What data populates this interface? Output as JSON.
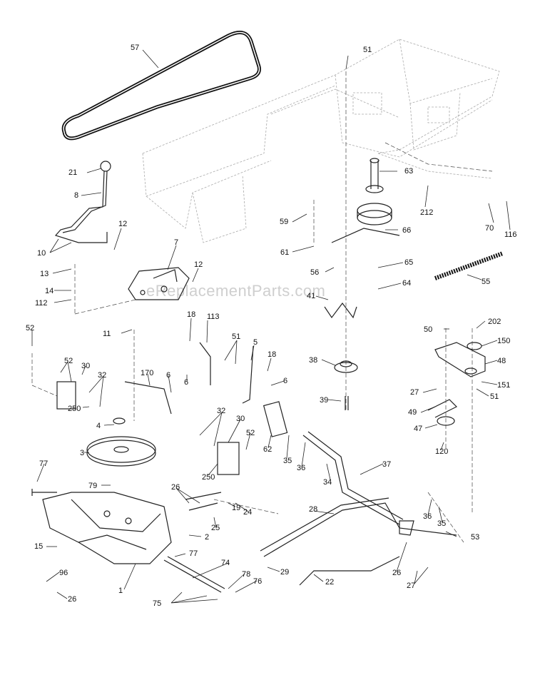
{
  "watermark": "eReplacementParts.com",
  "callouts": [
    {
      "id": "c57",
      "text": "57"
    },
    {
      "id": "c51a",
      "text": "51"
    },
    {
      "id": "c21",
      "text": "21"
    },
    {
      "id": "c8",
      "text": "8"
    },
    {
      "id": "c63",
      "text": "63"
    },
    {
      "id": "c212",
      "text": "212"
    },
    {
      "id": "c70",
      "text": "70"
    },
    {
      "id": "c116",
      "text": "116"
    },
    {
      "id": "c59",
      "text": "59"
    },
    {
      "id": "c66",
      "text": "66"
    },
    {
      "id": "c12a",
      "text": "12"
    },
    {
      "id": "c10",
      "text": "10"
    },
    {
      "id": "c7",
      "text": "7"
    },
    {
      "id": "c61",
      "text": "61"
    },
    {
      "id": "c12b",
      "text": "12"
    },
    {
      "id": "c13",
      "text": "13"
    },
    {
      "id": "c56",
      "text": "56"
    },
    {
      "id": "c65",
      "text": "65"
    },
    {
      "id": "c55",
      "text": "55"
    },
    {
      "id": "c14",
      "text": "14"
    },
    {
      "id": "c112",
      "text": "112"
    },
    {
      "id": "c64",
      "text": "64"
    },
    {
      "id": "c41",
      "text": "41"
    },
    {
      "id": "c18a",
      "text": "18"
    },
    {
      "id": "c113",
      "text": "113"
    },
    {
      "id": "c52a",
      "text": "52"
    },
    {
      "id": "c11",
      "text": "11"
    },
    {
      "id": "c51b",
      "text": "51"
    },
    {
      "id": "c5",
      "text": "5"
    },
    {
      "id": "c50",
      "text": "50"
    },
    {
      "id": "c202",
      "text": "202"
    },
    {
      "id": "c150",
      "text": "150"
    },
    {
      "id": "c38",
      "text": "38"
    },
    {
      "id": "c18b",
      "text": "18"
    },
    {
      "id": "c48",
      "text": "48"
    },
    {
      "id": "c52b",
      "text": "52"
    },
    {
      "id": "c30a",
      "text": "30"
    },
    {
      "id": "c170",
      "text": "170"
    },
    {
      "id": "c6a",
      "text": "6"
    },
    {
      "id": "c6b",
      "text": "6"
    },
    {
      "id": "c6c",
      "text": "6"
    },
    {
      "id": "c151",
      "text": "151"
    },
    {
      "id": "c32a",
      "text": "32"
    },
    {
      "id": "c27a",
      "text": "27"
    },
    {
      "id": "c51c",
      "text": "51"
    },
    {
      "id": "c39",
      "text": "39"
    },
    {
      "id": "c49",
      "text": "49"
    },
    {
      "id": "c250a",
      "text": "250"
    },
    {
      "id": "c32b",
      "text": "32"
    },
    {
      "id": "c30b",
      "text": "30"
    },
    {
      "id": "c4",
      "text": "4"
    },
    {
      "id": "c47",
      "text": "47"
    },
    {
      "id": "c52c",
      "text": "52"
    },
    {
      "id": "c62",
      "text": "62"
    },
    {
      "id": "c120",
      "text": "120"
    },
    {
      "id": "c3",
      "text": "3"
    },
    {
      "id": "c35a",
      "text": "35"
    },
    {
      "id": "c36a",
      "text": "36"
    },
    {
      "id": "c37",
      "text": "37"
    },
    {
      "id": "c77a",
      "text": "77"
    },
    {
      "id": "c250b",
      "text": "250"
    },
    {
      "id": "c34",
      "text": "34"
    },
    {
      "id": "c79",
      "text": "79"
    },
    {
      "id": "c26a",
      "text": "26"
    },
    {
      "id": "c19",
      "text": "19"
    },
    {
      "id": "c24",
      "text": "24"
    },
    {
      "id": "c28",
      "text": "28"
    },
    {
      "id": "c36b",
      "text": "36"
    },
    {
      "id": "c35b",
      "text": "35"
    },
    {
      "id": "c25",
      "text": "25"
    },
    {
      "id": "c2",
      "text": "2"
    },
    {
      "id": "c53",
      "text": "53"
    },
    {
      "id": "c15",
      "text": "15"
    },
    {
      "id": "c77b",
      "text": "77"
    },
    {
      "id": "c74",
      "text": "74"
    },
    {
      "id": "c29",
      "text": "29"
    },
    {
      "id": "c26b",
      "text": "26"
    },
    {
      "id": "c96",
      "text": "96"
    },
    {
      "id": "c78",
      "text": "78"
    },
    {
      "id": "c76",
      "text": "76"
    },
    {
      "id": "c22",
      "text": "22"
    },
    {
      "id": "c27b",
      "text": "27"
    },
    {
      "id": "c1",
      "text": "1"
    },
    {
      "id": "c26c",
      "text": "26"
    },
    {
      "id": "c75",
      "text": "75"
    }
  ]
}
